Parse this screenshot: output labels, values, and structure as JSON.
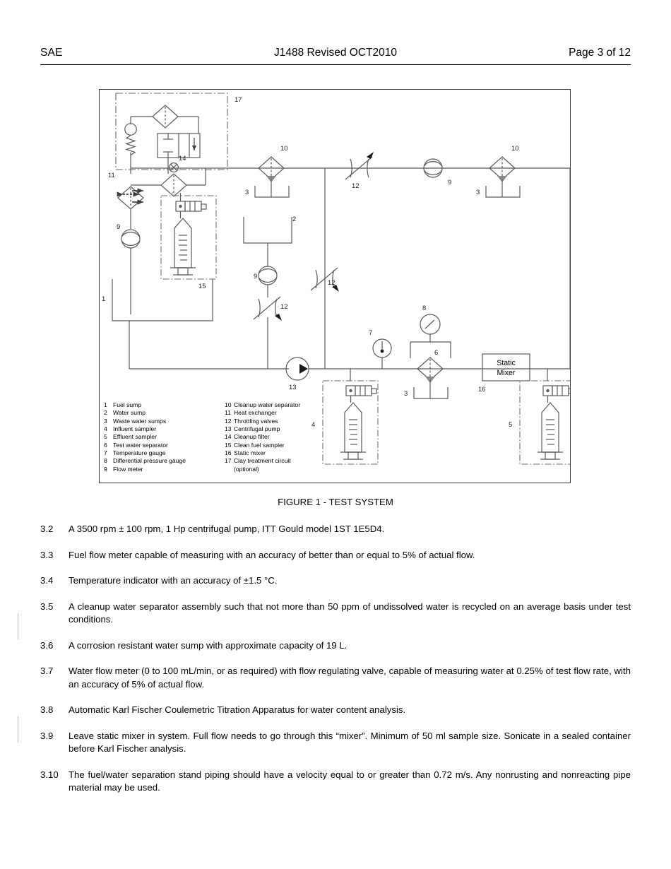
{
  "header": {
    "left": "SAE",
    "center": "J1488 Revised OCT2010",
    "right": "Page 3 of 12"
  },
  "figure": {
    "caption": "FIGURE 1 - TEST SYSTEM",
    "static_mixer_line1": "Static",
    "static_mixer_line2": "Mixer",
    "callouts": {
      "c1": "1",
      "c2": "2",
      "c3a": "3",
      "c3b": "3",
      "c3c": "3",
      "c4": "4",
      "c5": "5",
      "c6": "6",
      "c7": "7",
      "c8": "8",
      "c9a": "9",
      "c9b": "9",
      "c9c": "9",
      "c10a": "10",
      "c10b": "10",
      "c11": "11",
      "c12a": "12",
      "c12b": "12",
      "c12c": "12",
      "c13": "13",
      "c14": "14",
      "c15": "15",
      "c16": "16",
      "c17": "17"
    },
    "legend": {
      "column_left": [
        {
          "num": "1",
          "text": "Fuel sump"
        },
        {
          "num": "2",
          "text": "Water sump"
        },
        {
          "num": "3",
          "text": "Waste water sumps"
        },
        {
          "num": "4",
          "text": "Influent sampler"
        },
        {
          "num": "5",
          "text": "Effluent sampler"
        },
        {
          "num": "6",
          "text": "Test water separator"
        },
        {
          "num": "7",
          "text": "Temperature gauge"
        },
        {
          "num": "8",
          "text": "Differential pressure gauge"
        },
        {
          "num": "9",
          "text": "Flow meter"
        }
      ],
      "column_right": [
        {
          "num": "10",
          "text": "Cleanup water separator"
        },
        {
          "num": "11",
          "text": "Heat exchanger"
        },
        {
          "num": "12",
          "text": "Throttling valves"
        },
        {
          "num": "13",
          "text": "Centrifugal pump"
        },
        {
          "num": "14",
          "text": "Cleanup filter"
        },
        {
          "num": "15",
          "text": "Clean fuel sampler"
        },
        {
          "num": "16",
          "text": "Static mixer"
        },
        {
          "num": "17",
          "text": "Clay treatment circuit"
        },
        {
          "num": "",
          "text": "(optional)",
          "continuation": true
        }
      ]
    }
  },
  "paragraphs": [
    {
      "num": "3.2",
      "text": "A 3500 rpm ± 100 rpm, 1 Hp centrifugal pump, ITT Gould model 1ST 1E5D4.",
      "revision_bar": false
    },
    {
      "num": "3.3",
      "text": "Fuel flow meter capable of measuring with an accuracy of better than or equal to 5% of actual flow.",
      "revision_bar": false
    },
    {
      "num": "3.4",
      "text": "Temperature indicator with an accuracy of ±1.5 °C.",
      "revision_bar": false
    },
    {
      "num": "3.5",
      "text": "A cleanup water separator assembly such that not more than 50 ppm of undissolved water is recycled on an average basis under test conditions.",
      "revision_bar": true
    },
    {
      "num": "3.6",
      "text": "A corrosion resistant water sump with approximate capacity of 19 L.",
      "revision_bar": false
    },
    {
      "num": "3.7",
      "text": "Water flow meter (0 to 100 mL/min, or as required) with flow regulating valve, capable of measuring water at 0.25% of test flow rate, with an accuracy of 5% of actual flow.",
      "revision_bar": false
    },
    {
      "num": "3.8",
      "text": "Automatic Karl Fischer Coulemetric Titration Apparatus for water content analysis.",
      "revision_bar": true
    },
    {
      "num": "3.9",
      "text": "Leave static mixer in system. Full flow needs to go through this “mixer”. Minimum of 50 ml sample size. Sonicate in a sealed container before Karl Fischer analysis.",
      "revision_bar": false
    },
    {
      "num": "3.10",
      "text": "The fuel/water separation stand piping should have a velocity equal to or greater than 0.72 m/s. Any nonrusting and nonreacting pipe material may be used.",
      "revision_bar": false
    }
  ],
  "colors": {
    "ink": "#000000",
    "line": "#5a5a5a",
    "frame": "#3c3c3c",
    "revbar": "#b9b9b9"
  }
}
